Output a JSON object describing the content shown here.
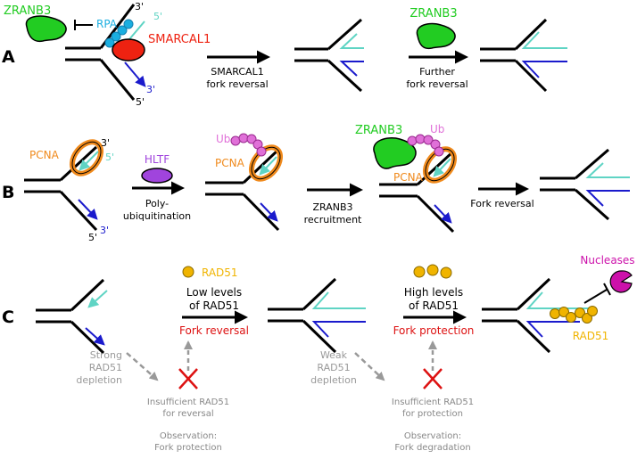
{
  "panels": {
    "a": {
      "letter": "A"
    },
    "b": {
      "letter": "B"
    },
    "c": {
      "letter": "C"
    }
  },
  "panel_a": {
    "zranb3": "ZRANB3",
    "rpa": "RPA",
    "smarcal1": "SMARCAL1",
    "end_3_top": "3'",
    "end_5_top": "5'",
    "end_3_bottom": "3'",
    "end_5_bottom": "5'",
    "step1_line1": "SMARCAL1",
    "step1_line2": "fork reversal",
    "zranb3_2": "ZRANB3",
    "step2_line1": "Further",
    "step2_line2": "fork reversal"
  },
  "panel_b": {
    "pcna": "PCNA",
    "end_3_top": "3'",
    "end_5_top": "5'",
    "end_5_bottom": "5'",
    "end_3_bottom": "3'",
    "hltf": "HLTF",
    "step1_line1": "Poly-",
    "step1_line2": "ubiquitination",
    "ub": "Ub",
    "pcna_2": "PCNA",
    "zranb3": "ZRANB3",
    "ub_2": "Ub",
    "pcna_3": "PCNA",
    "step2_line1": "ZRANB3",
    "step2_line2": "recruitment",
    "step3": "Fork reversal"
  },
  "panel_c": {
    "rad51_1": "RAD51",
    "low_line1": "Low levels",
    "low_line2": "of RAD51",
    "fork_reversal": "Fork reversal",
    "strong_1": "Strong",
    "strong_2": "RAD51",
    "strong_3": "depletion",
    "insuff_1a": "Insufficient RAD51",
    "insuff_1b": "for reversal",
    "obs_1a": "Observation:",
    "obs_1b": "Fork protection",
    "high_line1": "High levels",
    "high_line2": "of RAD51",
    "fork_protection": "Fork protection",
    "weak_1": "Weak",
    "weak_2": "RAD51",
    "weak_3": "depletion",
    "insuff_2a": "Insufficient RAD51",
    "insuff_2b": "for protection",
    "obs_2a": "Observation:",
    "obs_2b": "Fork degradation",
    "nucleases": "Nucleases",
    "rad51_2": "RAD51"
  },
  "colors": {
    "zranb3": "#22cc22",
    "rpa": "#1aaee0",
    "smarcal1": "#ee2211",
    "pcna": "#f08a1c",
    "hltf": "#a044dd",
    "ub": "#e070d8",
    "rad51": "#f0b400",
    "nascent_teal": "#5fd4c4",
    "nascent_blue": "#1a1acc",
    "red_text": "#dd1111",
    "nucleases": "#cc11aa",
    "grey": "#999999"
  }
}
